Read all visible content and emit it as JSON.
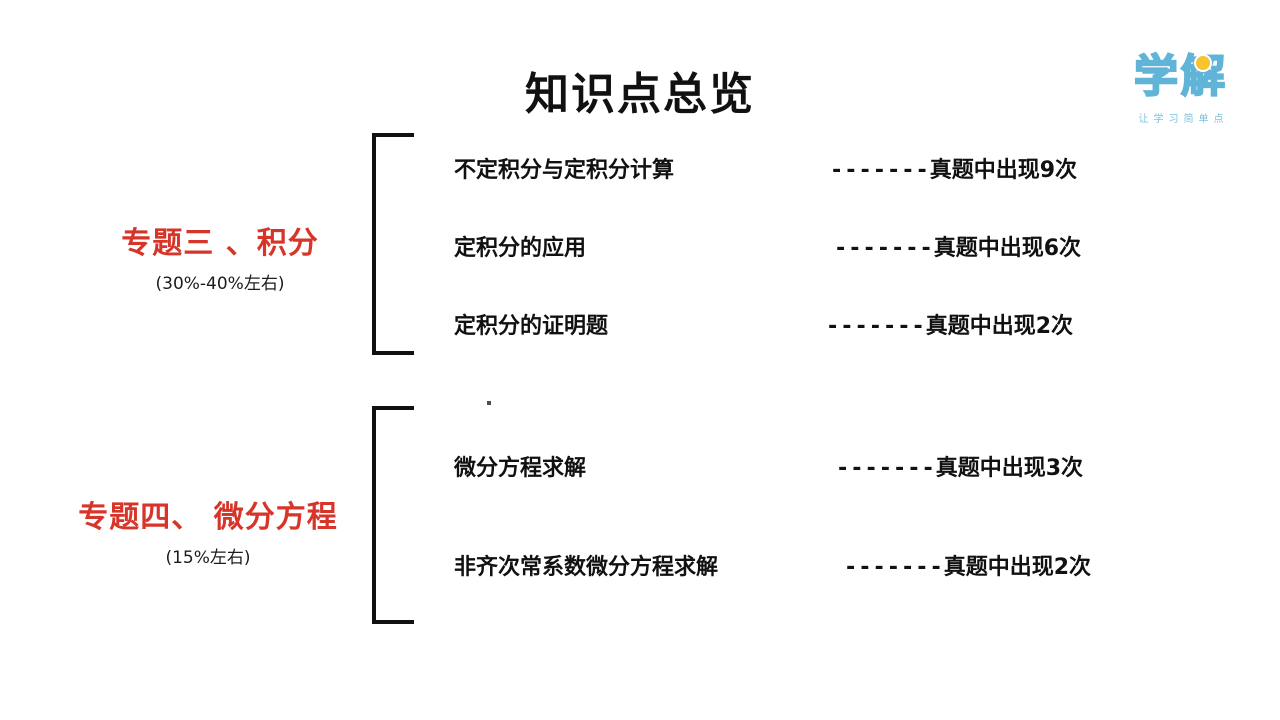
{
  "slide": {
    "title": "知识点总览",
    "background_color": "#ffffff",
    "accent_red": "#d8352a",
    "accent_blue": "#5fb4d8",
    "accent_yellow": "#f7c32e"
  },
  "logo": {
    "mark": "学解",
    "tagline": "让学习简单点"
  },
  "groups": [
    {
      "topic": "专题三 、积分",
      "weight_note": "(30%-40%左右)",
      "items": [
        {
          "name": "不定积分与定积分计算",
          "dashes": "-------",
          "frequency": "真题中出现9次",
          "count": 9
        },
        {
          "name": "定积分的应用",
          "dashes": "-------",
          "frequency": "真题中出现6次",
          "count": 6
        },
        {
          "name": "定积分的证明题",
          "dashes": "-------",
          "frequency": "真题中出现2次",
          "count": 2
        }
      ]
    },
    {
      "topic": "专题四、 微分方程",
      "weight_note": "(15%左右)",
      "items": [
        {
          "name": "微分方程求解",
          "dashes": "-------",
          "frequency": "真题中出现3次",
          "count": 3
        },
        {
          "name": "非齐次常系数微分方程求解",
          "dashes": "-------",
          "frequency": "真题中出现2次",
          "count": 2
        }
      ]
    }
  ]
}
